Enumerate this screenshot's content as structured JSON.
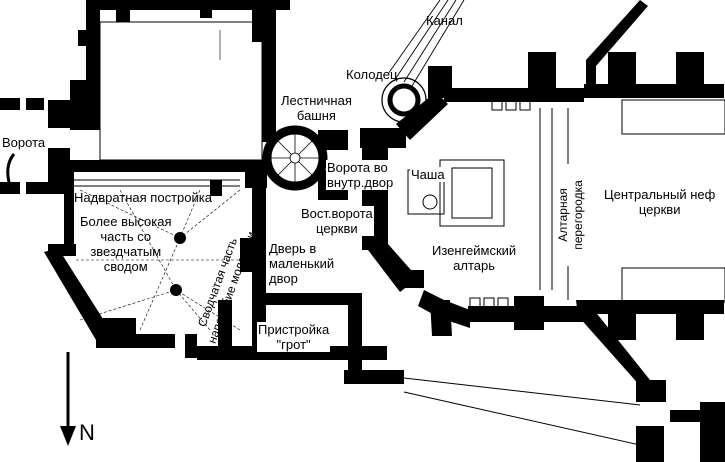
{
  "labels": {
    "gate": "Ворота",
    "canal": "Канал",
    "well": "Колодец",
    "stair_tower": "Лестничная\nбашня",
    "gatehouse": "Надвратная постройка",
    "higher_part": "Более высокая\nчасть со\nзвездчатым\nсводом",
    "vaulted_part": "Сводчатая часть\nнаподобие молельни",
    "door_small_yard": "Дверь в\nмаленький\nдвор",
    "annex": "Пристройка\n\"грот\"",
    "gate_inner_yard": "Ворота во\nвнутр.двор",
    "chalice": "Чаша",
    "east_gate_church": "Вост.ворота\nцеркви",
    "isenheim_altar": "Изенгеймский\nалтарь",
    "altar_screen": "Алтарная\nперегородка",
    "central_nave": "Центральный неф\nцеркви",
    "north": "N"
  }
}
